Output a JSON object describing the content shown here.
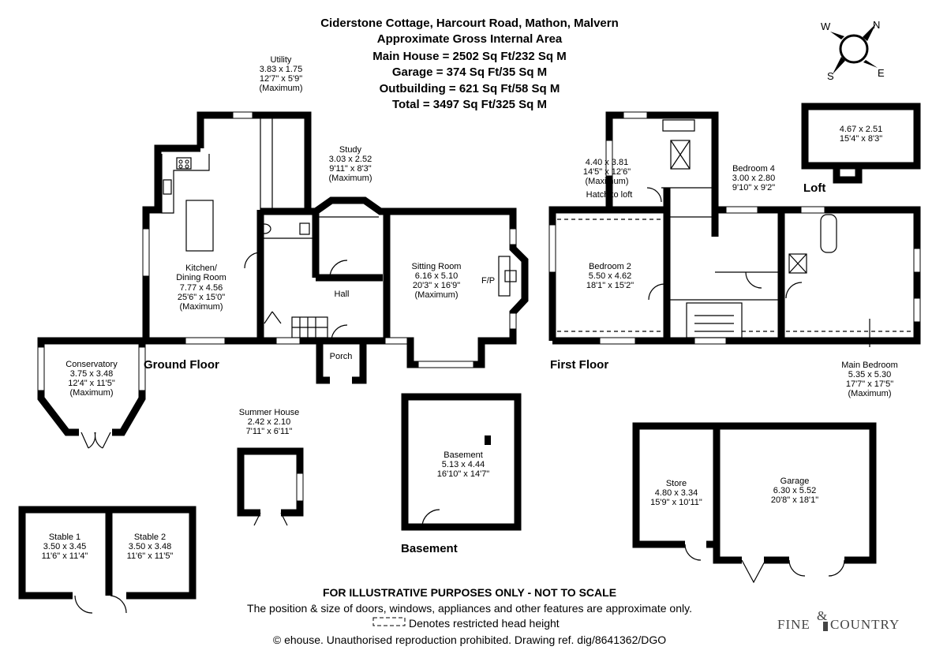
{
  "title": {
    "line1": "Ciderstone Cottage, Harcourt Road, Mathon, Malvern",
    "line2": "Approximate Gross Internal Area",
    "line3": "Main House = 2502 Sq Ft/232 Sq M",
    "line4": "Garage = 374 Sq Ft/35 Sq M",
    "line5": "Outbuilding = 621 Sq Ft/58 Sq M",
    "line6": "Total = 3497 Sq Ft/325 Sq M"
  },
  "compass": {
    "w": "W",
    "n": "N",
    "s": "S",
    "e": "E"
  },
  "floors": {
    "ground": "Ground Floor",
    "first": "First Floor",
    "basement": "Basement",
    "loft": "Loft"
  },
  "rooms": {
    "utility": [
      "Utility",
      "3.83 x 1.75",
      "12'7\" x 5'9\"",
      "(Maximum)"
    ],
    "study": [
      "Study",
      "3.03 x 2.52",
      "9'11\" x 8'3\"",
      "(Maximum)"
    ],
    "kitchen": [
      "Kitchen/",
      "Dining Room",
      "7.77 x 4.56",
      "25'6\" x 15'0\"",
      "(Maximum)"
    ],
    "sitting": [
      "Sitting Room",
      "6.16 x 5.10",
      "20'3\" x 16'9\"",
      "(Maximum)"
    ],
    "hall": "Hall",
    "porch": "Porch",
    "fp": "F/P",
    "conservatory": [
      "Conservatory",
      "3.75 x 3.48",
      "12'4\" x 11'5\"",
      "(Maximum)"
    ],
    "bed3": [
      "4.40 x 3.81",
      "14'5\" x 12'6\"",
      "(Maximum)"
    ],
    "hatch": "Hatch to loft",
    "bed2": [
      "Bedroom 2",
      "5.50 x 4.62",
      "18'1\" x 15'2\""
    ],
    "bed4": [
      "Bedroom 4",
      "3.00 x 2.80",
      "9'10\" x 9'2\""
    ],
    "main_bed": [
      "Main Bedroom",
      "5.35 x 5.30",
      "17'7\" x 17'5\"",
      "(Maximum)"
    ],
    "loft": [
      "4.67 x 2.51",
      "15'4\" x 8'3\""
    ],
    "summer": [
      "Summer House",
      "2.42 x 2.10",
      "7'11\" x 6'11\""
    ],
    "basement": [
      "Basement",
      "5.13 x 4.44",
      "16'10\" x 14'7\""
    ],
    "stable1": [
      "Stable 1",
      "3.50 x 3.45",
      "11'6\" x 11'4\""
    ],
    "stable2": [
      "Stable 2",
      "3.50 x 3.48",
      "11'6\" x 11'5\""
    ],
    "store": [
      "Store",
      "4.80 x 3.34",
      "15'9\" x 10'11\""
    ],
    "garage": [
      "Garage",
      "6.30 x 5.52",
      "20'8\" x 18'1\""
    ]
  },
  "footer": {
    "disclaimer": "FOR ILLUSTRATIVE PURPOSES ONLY - NOT TO SCALE",
    "note": "The position & size of doors, windows, appliances and other features are approximate only.",
    "legend": "Denotes restricted head height",
    "copyright": "© ehouse. Unauthorised reproduction prohibited. Drawing ref. dig/8641362/DGO"
  },
  "logo": {
    "left": "FINE",
    "amp": "&",
    "right": "COUNTRY"
  }
}
